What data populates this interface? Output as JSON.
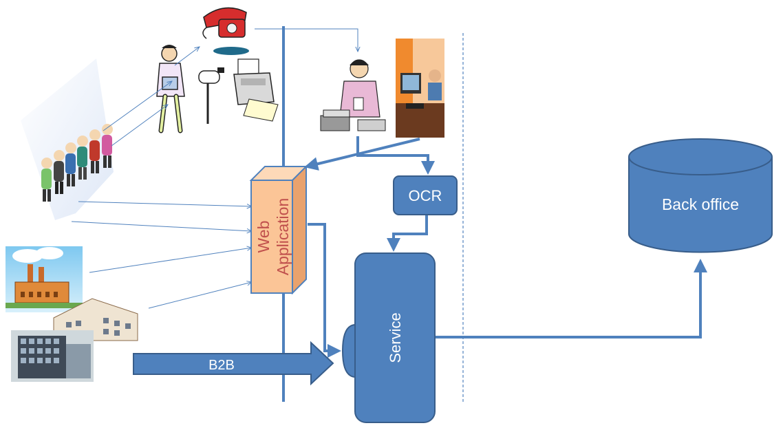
{
  "labels": {
    "web_application": "Web Application",
    "web_line1": "Web",
    "web_line2": "Application",
    "ocr": "OCR",
    "service": "Service",
    "back_office": "Back office",
    "b2b": "B2B"
  },
  "colors": {
    "primary_blue": "#4F81BD",
    "dark_blue": "#385D8A",
    "web_app_fill": "#FBC597",
    "web_app_top": "#FDD9B8",
    "web_app_side": "#E9A26D",
    "web_app_text": "#C0504D",
    "white": "#FFFFFF"
  },
  "icons": [
    "telephone-icon",
    "mail-carrier-icon",
    "mailbox-icon",
    "fax-machine-icon",
    "people-crowd-icon",
    "factory-icon",
    "office-building-icon",
    "clerk-sorting-mail-icon",
    "operator-at-computer-icon",
    "database-cylinder-icon"
  ]
}
